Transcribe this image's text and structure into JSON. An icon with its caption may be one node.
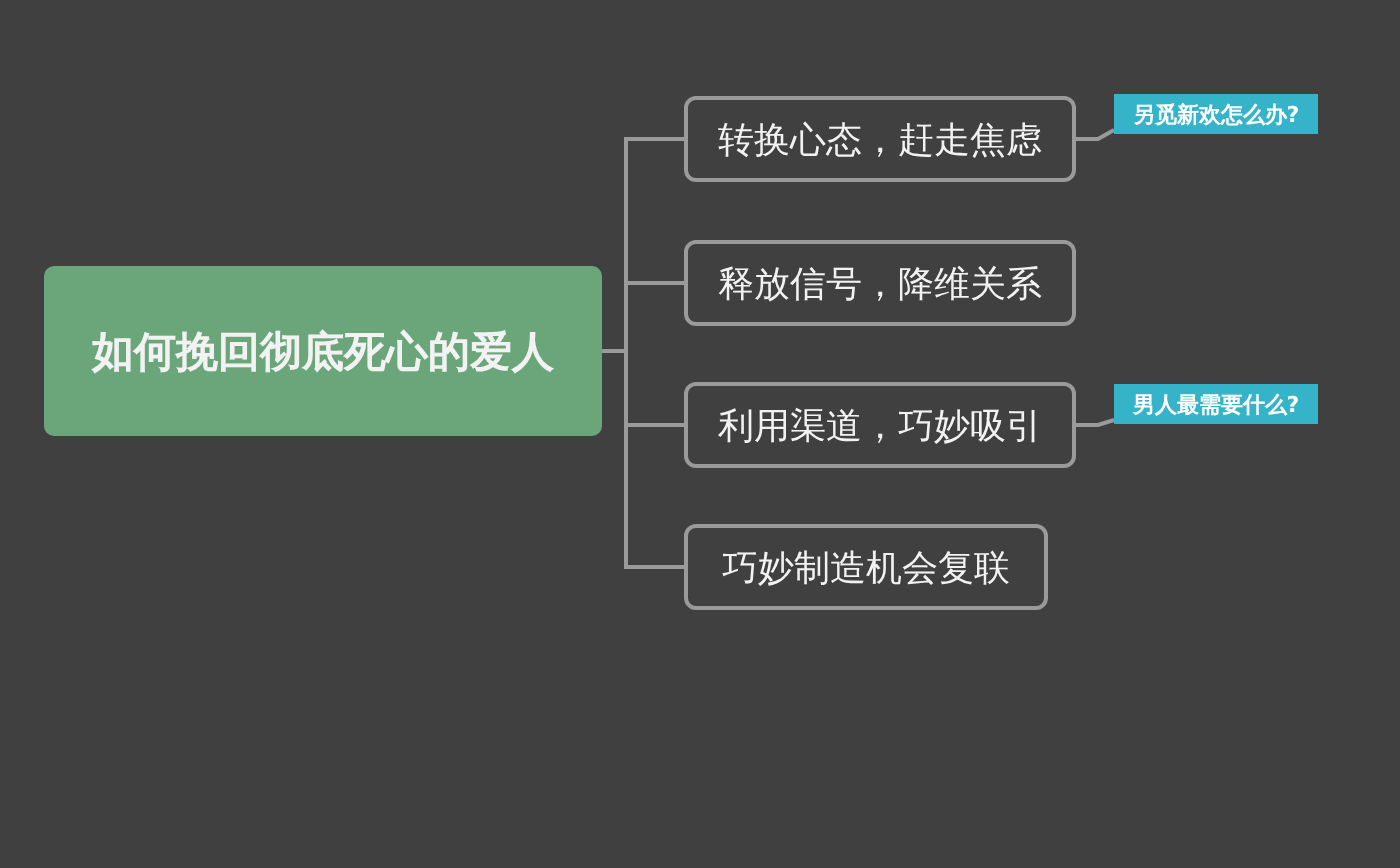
{
  "diagram": {
    "nodes": [
      {
        "text": [
          "如何挽回彻底死心的爱人"
        ]
      },
      {
        "text": [
          "转换心态，赶走焦虑"
        ]
      },
      {
        "text": [
          "释放信号，降维关系"
        ]
      },
      {
        "text": [
          "利用渠道，巧妙吸引"
        ]
      },
      {
        "text": [
          "巧妙制造机会复联"
        ]
      },
      {
        "text": [
          "另觅新欢怎么办?"
        ]
      },
      {
        "text": [
          "男人最需要什么?"
        ]
      }
    ],
    "edges": [
      {
        "from": 0,
        "to": 1,
        "arrow": "none"
      },
      {
        "from": 0,
        "to": 2,
        "arrow": "none"
      },
      {
        "from": 0,
        "to": 3,
        "arrow": "none"
      },
      {
        "from": 0,
        "to": 4,
        "arrow": "none"
      },
      {
        "from": 1,
        "to": 5,
        "arrow": "none"
      },
      {
        "from": 3,
        "to": 6,
        "arrow": "none"
      }
    ]
  }
}
